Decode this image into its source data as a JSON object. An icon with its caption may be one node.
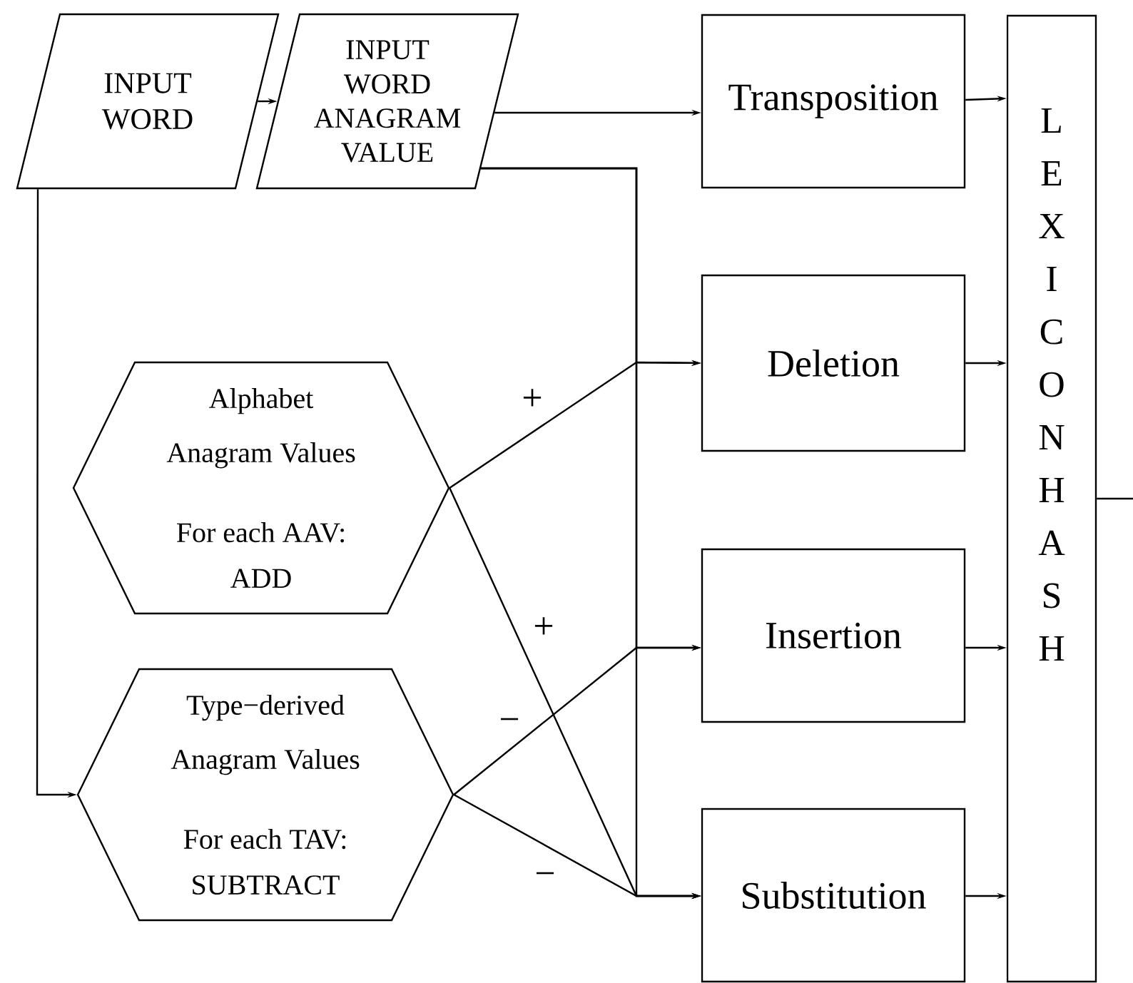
{
  "diagram": {
    "nodes": [
      {
        "text": [
          "INPUT WORD"
        ]
      },
      {
        "text": [
          "INPUT WORD ANAGRAM VALUE"
        ]
      },
      {
        "text": [
          "Alphabet Anagram Values",
          "For each AAV: ADD"
        ]
      },
      {
        "text": [
          "Type−derived Anagram Values",
          "For each TAV: SUBTRACT"
        ]
      },
      {
        "text": [
          "Transposition"
        ]
      },
      {
        "text": [
          "Deletion"
        ]
      },
      {
        "text": [
          "Insertion"
        ]
      },
      {
        "text": [
          "Substitution"
        ]
      },
      {
        "text": [
          "L E X I C O N H A S H"
        ]
      }
    ],
    "edges": [
      {
        "from": 0,
        "to": 1,
        "arrow": "to"
      },
      {
        "from": 0,
        "to": 3,
        "arrow": "to"
      },
      {
        "from": 1,
        "to": 4,
        "arrow": "to"
      },
      {
        "from": 1,
        "to": 5,
        "arrow": "to"
      },
      {
        "from": 1,
        "to": 6,
        "arrow": "to"
      },
      {
        "from": 1,
        "to": 7,
        "arrow": "to"
      },
      {
        "from": 2,
        "to": 5,
        "arrow": "to",
        "label": "+"
      },
      {
        "from": 2,
        "to": 7,
        "arrow": "to",
        "label": "+"
      },
      {
        "from": 3,
        "to": 6,
        "arrow": "to",
        "label": "−"
      },
      {
        "from": 3,
        "to": 7,
        "arrow": "to",
        "label": "−"
      },
      {
        "from": 4,
        "to": 8,
        "arrow": "to"
      },
      {
        "from": 5,
        "to": 8,
        "arrow": "to"
      },
      {
        "from": 6,
        "to": 8,
        "arrow": "to"
      },
      {
        "from": 7,
        "to": 8,
        "arrow": "to"
      },
      {
        "from": 8,
        "to": null,
        "arrow": "none"
      }
    ]
  }
}
